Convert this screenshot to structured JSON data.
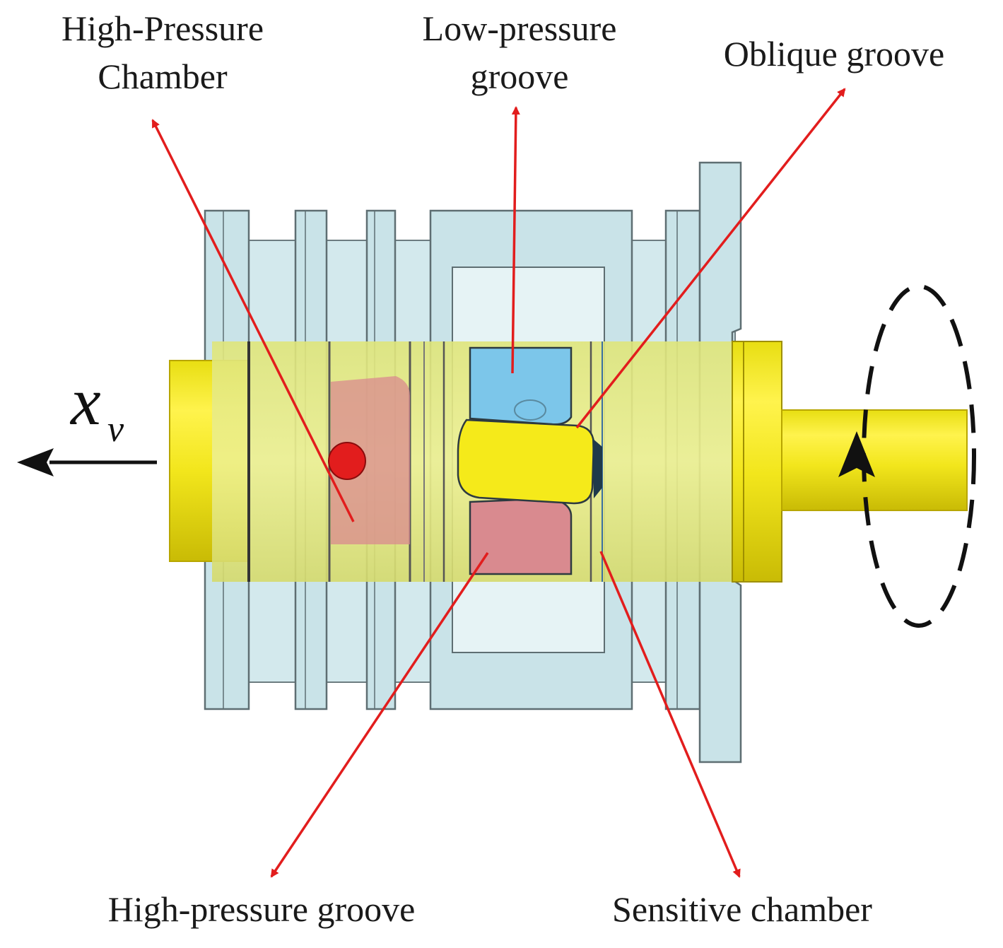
{
  "labels": {
    "high_pressure_chamber": [
      "High-Pressure",
      "Chamber"
    ],
    "low_pressure_groove": [
      "Low-pressure",
      "groove"
    ],
    "oblique_groove": "Oblique groove",
    "high_pressure_groove": "High-pressure groove",
    "sensitive_chamber": "Sensitive chamber"
  },
  "axis": {
    "variable": "x",
    "subscript": "v"
  },
  "colors": {
    "sleeve": "#cfe6ea",
    "sleeve_edge": "#5e6e72",
    "spool": "#f5ea1a",
    "spool_edge": "#b8a600",
    "high_pressure": "#d98a8f",
    "low_pressure": "#7cc6ea",
    "leader_line": "#e21d1d",
    "dot": "#e21d1d"
  }
}
